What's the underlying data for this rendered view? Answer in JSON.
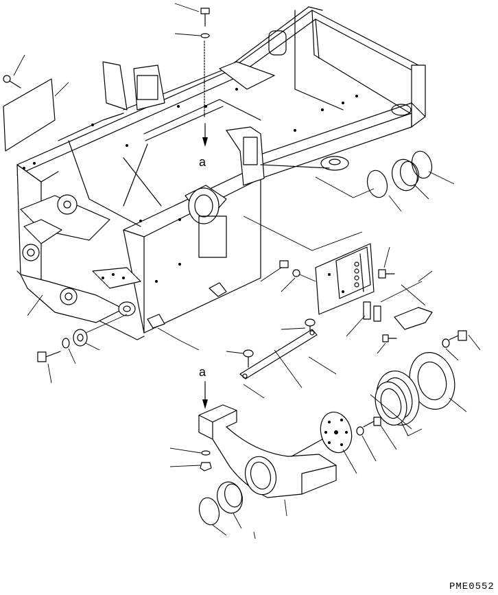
{
  "diagram": {
    "labels": {
      "upper_ref": "a",
      "lower_ref": "a"
    },
    "drawing_code": "PME0552"
  }
}
